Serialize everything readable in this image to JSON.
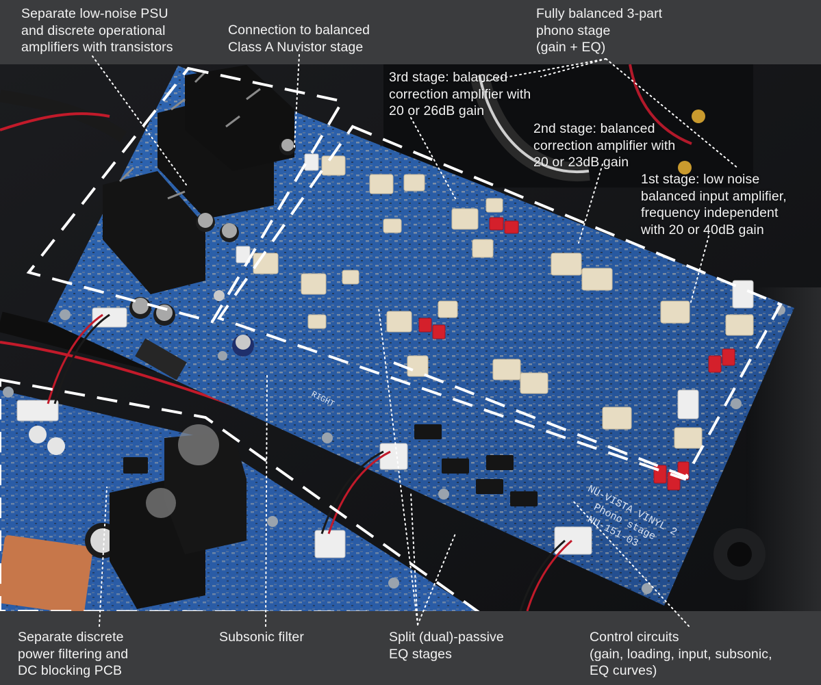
{
  "colors": {
    "caption_text": "#f2f2f2",
    "bar_background": "#3b3c3e",
    "pcb_blue": "#2a5fa8",
    "heatsink_black": "#141414",
    "callout_line": "#ffffff"
  },
  "photo": {
    "board_silkscreen": {
      "model": "NU-VISTA VINYL 2",
      "subtitle": "Phono stage",
      "part_no": "NU-151-03",
      "right_label": "RIGHT"
    }
  },
  "captions": {
    "psu": "Separate low-noise PSU\nand discrete operational\namplifiers with transistors",
    "nuvistor": "Connection to balanced\nClass A Nuvistor stage",
    "phono": "Fully balanced 3-part\nphono stage\n(gain + EQ)",
    "stage3": "3rd stage: balanced\ncorrection amplifier with\n20 or 26dB gain",
    "stage2": "2nd stage: balanced\ncorrection amplifier with\n20 or 23dB gain",
    "stage1": "1st stage: low noise\nbalanced input amplifier,\nfrequency independent\nwith 20 or 40dB gain",
    "power_filter": "Separate discrete\npower filtering and\nDC blocking PCB",
    "subsonic": "Subsonic filter",
    "split_eq": "Split (dual)-passive\nEQ stages",
    "control": "Control circuits\n(gain, loading, input, subsonic,\nEQ curves)"
  }
}
